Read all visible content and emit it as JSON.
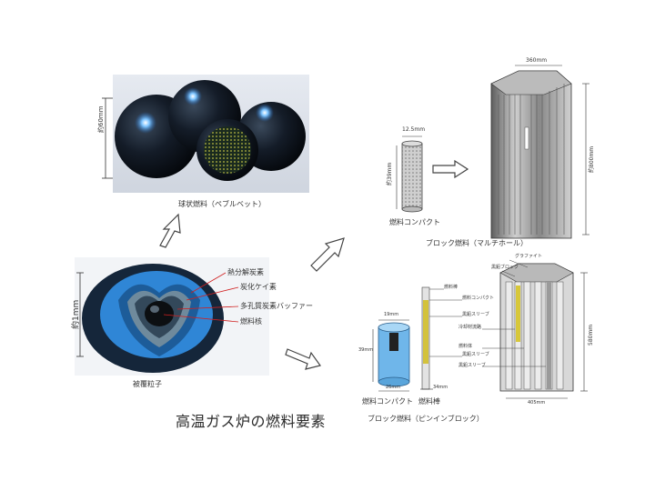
{
  "title": "高温ガス炉の燃料要素",
  "pebble": {
    "dimension": "約60mm",
    "caption": "球状燃料（ペブルベット）"
  },
  "particle": {
    "caption": "被覆粒子",
    "dimension": "約1mm",
    "layers": [
      "熱分解炭素",
      "炭化ケイ素",
      "多孔質炭素バッファー",
      "燃料核"
    ]
  },
  "compact": {
    "width": "12.5mm",
    "height": "約39mm",
    "caption": "燃料コンパクト"
  },
  "multihole": {
    "top_width": "360mm",
    "height": "約800mm",
    "caption": "ブロック燃料（マルチホール）"
  },
  "pinin": {
    "compact_dims": [
      "19mm",
      "39mm",
      "26mm"
    ],
    "rod_dims": [
      "34mm"
    ],
    "labels": [
      "燃料コンパクト",
      "燃料棒"
    ],
    "block_labels": [
      "燃料棒",
      "グラファイト",
      "燃料コンパクト",
      "黒鉛スリーブ",
      "黒鉛ブロック",
      "冷却材流路",
      "燃料体",
      "黒鉛スリーブ"
    ],
    "block_dims": [
      "580mm",
      "405mm"
    ],
    "caption": "ブロック燃料（ピンインブロック）"
  },
  "colors": {
    "blue_glow": "#2f86d6",
    "dark_sphere": "#0d1622",
    "graphite": "#8c8c8c",
    "arrow": "#444444"
  }
}
